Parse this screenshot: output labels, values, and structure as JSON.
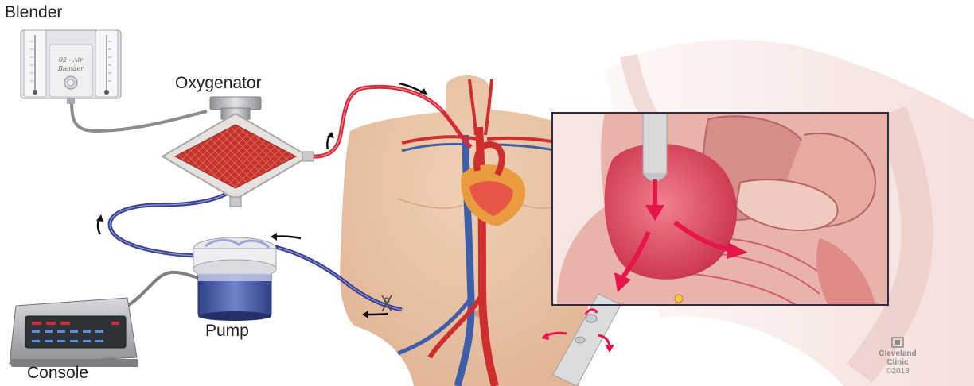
{
  "labels": {
    "blender": "Blender",
    "oxygenator": "Oxygenator",
    "pump": "Pump",
    "console": "Console"
  },
  "blender_face": {
    "line1": "02 - Air",
    "line2": "Blender"
  },
  "credit": {
    "name_line1": "Cleveland",
    "name_line2": "Clinic",
    "year": "©2018"
  },
  "colors": {
    "oxygenated_blood": "#d42a3a",
    "deoxygenated_blood": "#3a3f8f",
    "flow_arrow": "#e8154a",
    "skin": "#e9c3a4",
    "heart_muscle": "#e0566a"
  }
}
